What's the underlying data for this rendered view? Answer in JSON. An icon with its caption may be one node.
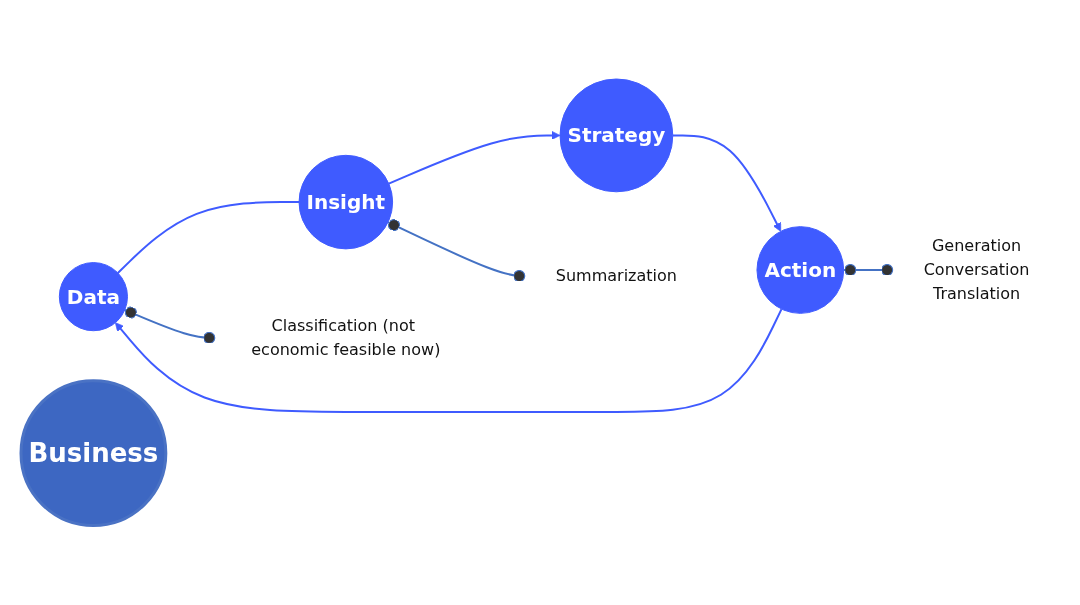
{
  "diagram": {
    "nodes": [
      {
        "text": [
          "Data"
        ]
      },
      {
        "text": [
          "Insight"
        ]
      },
      {
        "text": [
          "Strategy"
        ]
      },
      {
        "text": [
          "Action"
        ]
      },
      {
        "text": [
          "Business"
        ]
      },
      {
        "text": [
          "Classification (not economic feasible now)"
        ]
      },
      {
        "text": [
          "Summarization"
        ]
      },
      {
        "text": [
          "Generation",
          "Conversation",
          "Translation"
        ]
      }
    ],
    "edges": [
      {
        "from": 3,
        "to": 0,
        "arrow": "to"
      },
      {
        "from": 0,
        "to": 1,
        "arrow": "none"
      },
      {
        "from": 1,
        "to": 2,
        "arrow": "to"
      },
      {
        "from": 2,
        "to": 3,
        "arrow": "to"
      },
      {
        "from": 0,
        "to": 5,
        "arrow": "other"
      },
      {
        "from": 1,
        "to": 6,
        "arrow": "other"
      },
      {
        "from": 3,
        "to": 7,
        "arrow": "other"
      }
    ]
  }
}
